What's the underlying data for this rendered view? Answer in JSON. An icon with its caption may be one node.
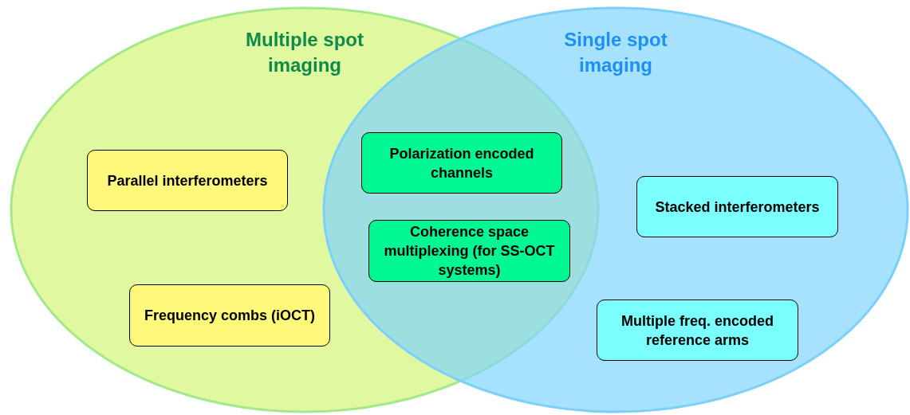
{
  "diagram": {
    "nodes": [
      {
        "text": [
          "Multiple spot imaging"
        ]
      },
      {
        "text": [
          "Single spot imaging"
        ]
      },
      {
        "text": [
          "Parallel interferometers"
        ],
        "in": 0
      },
      {
        "text": [
          "Polarization encoded channels"
        ]
      },
      {
        "text": [
          "Coherence space multiplexing (for SS-OCT systems)"
        ]
      },
      {
        "text": [
          "Stacked interferometers"
        ],
        "in": 1
      },
      {
        "text": [
          "Frequency combs (iOCT)"
        ],
        "in": 0
      },
      {
        "text": [
          "Multiple freq. encoded reference arms"
        ],
        "in": 1
      }
    ]
  }
}
